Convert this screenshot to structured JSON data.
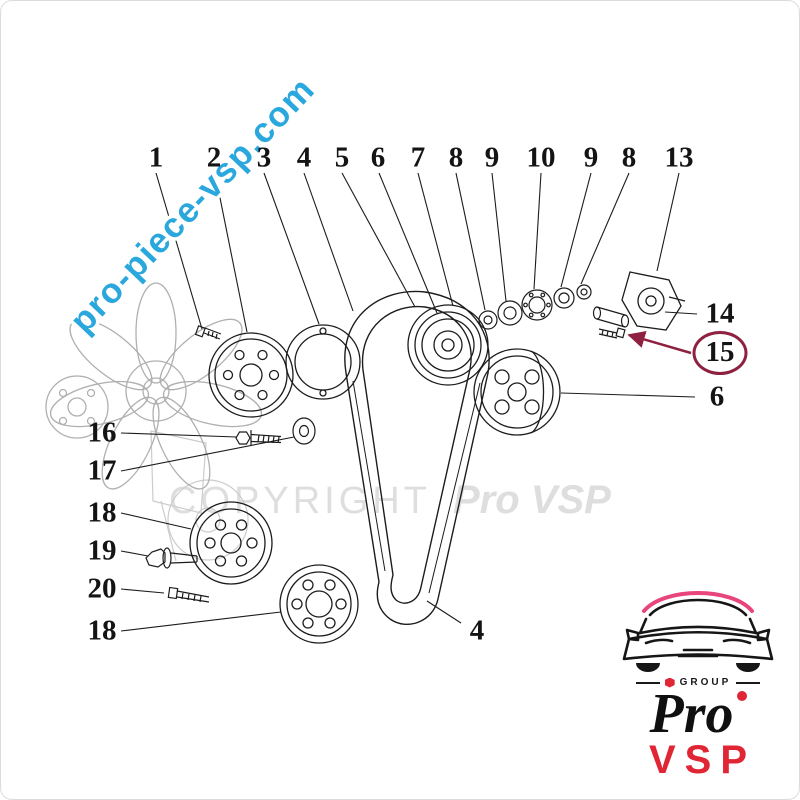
{
  "watermark": {
    "site": "pro-piece-vsp.com",
    "copyright_left": "COPYRIGHT",
    "copyright_right": "Pro VSP"
  },
  "callouts": {
    "top": [
      "1",
      "2",
      "3",
      "4",
      "5",
      "6",
      "7",
      "8",
      "9",
      "10",
      "9",
      "8",
      "13"
    ],
    "right": [
      "14",
      "15",
      "6"
    ],
    "left": [
      "16",
      "17",
      "18",
      "19",
      "20",
      "18"
    ],
    "bottom": [
      "4"
    ]
  },
  "logo": {
    "group": "GROUP",
    "pro": "Pro",
    "vsp": "VSP"
  },
  "colors": {
    "watermark_cyan": "#2aa7dd",
    "highlight_maroon": "#8e2040",
    "logo_red": "#e02535",
    "roof_pink": "#e8457c",
    "diagram_line": "#1c1c1c",
    "ghost_gray": "#c4c4c4"
  }
}
